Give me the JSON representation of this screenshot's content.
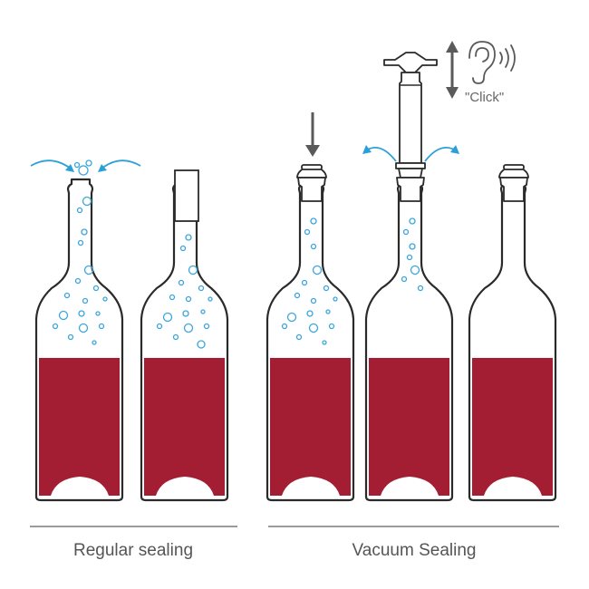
{
  "sections": {
    "regular_label": "Regular sealing",
    "vacuum_label": "Vacuum Sealing"
  },
  "annotations": {
    "sound_text": "\"Click\""
  },
  "colors": {
    "wine": "#a41e33",
    "bubble": "#3aa6dc",
    "outline": "#2a2a2a",
    "gray_arrow": "#5a5a5a"
  },
  "icons": {
    "down_arrow": "arrow-down-icon",
    "up_down_arrow": "arrow-up-down-icon",
    "ear": "ear-icon",
    "air_flow": "air-flow-arrow-icon"
  }
}
